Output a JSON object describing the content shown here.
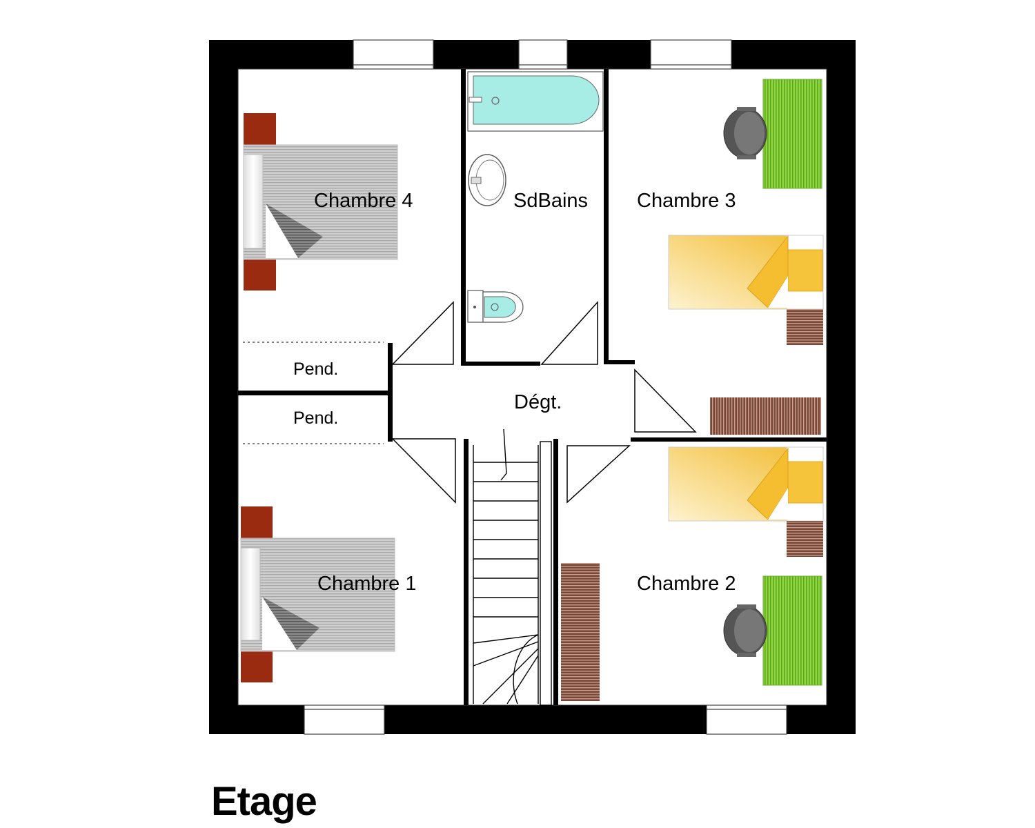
{
  "plan": {
    "floor_name": "Etage",
    "rooms": {
      "chambre4": "Chambre 4",
      "sdbains": "SdBains",
      "chambre3": "Chambre 3",
      "chambre1": "Chambre 1",
      "chambre2": "Chambre 2",
      "degt": "Dégt.",
      "pend_top": "Pend.",
      "pend_bottom": "Pend."
    },
    "colors": {
      "wall": "#000000",
      "bathtub": "#a8ece6",
      "double_bed": "#c8c8c8",
      "nightstand": "#9a2a10",
      "single_bed": "#f3c53a",
      "desk": "#7ccb2c",
      "wardrobe": "#6b3a2c",
      "chair": "#555555"
    }
  }
}
